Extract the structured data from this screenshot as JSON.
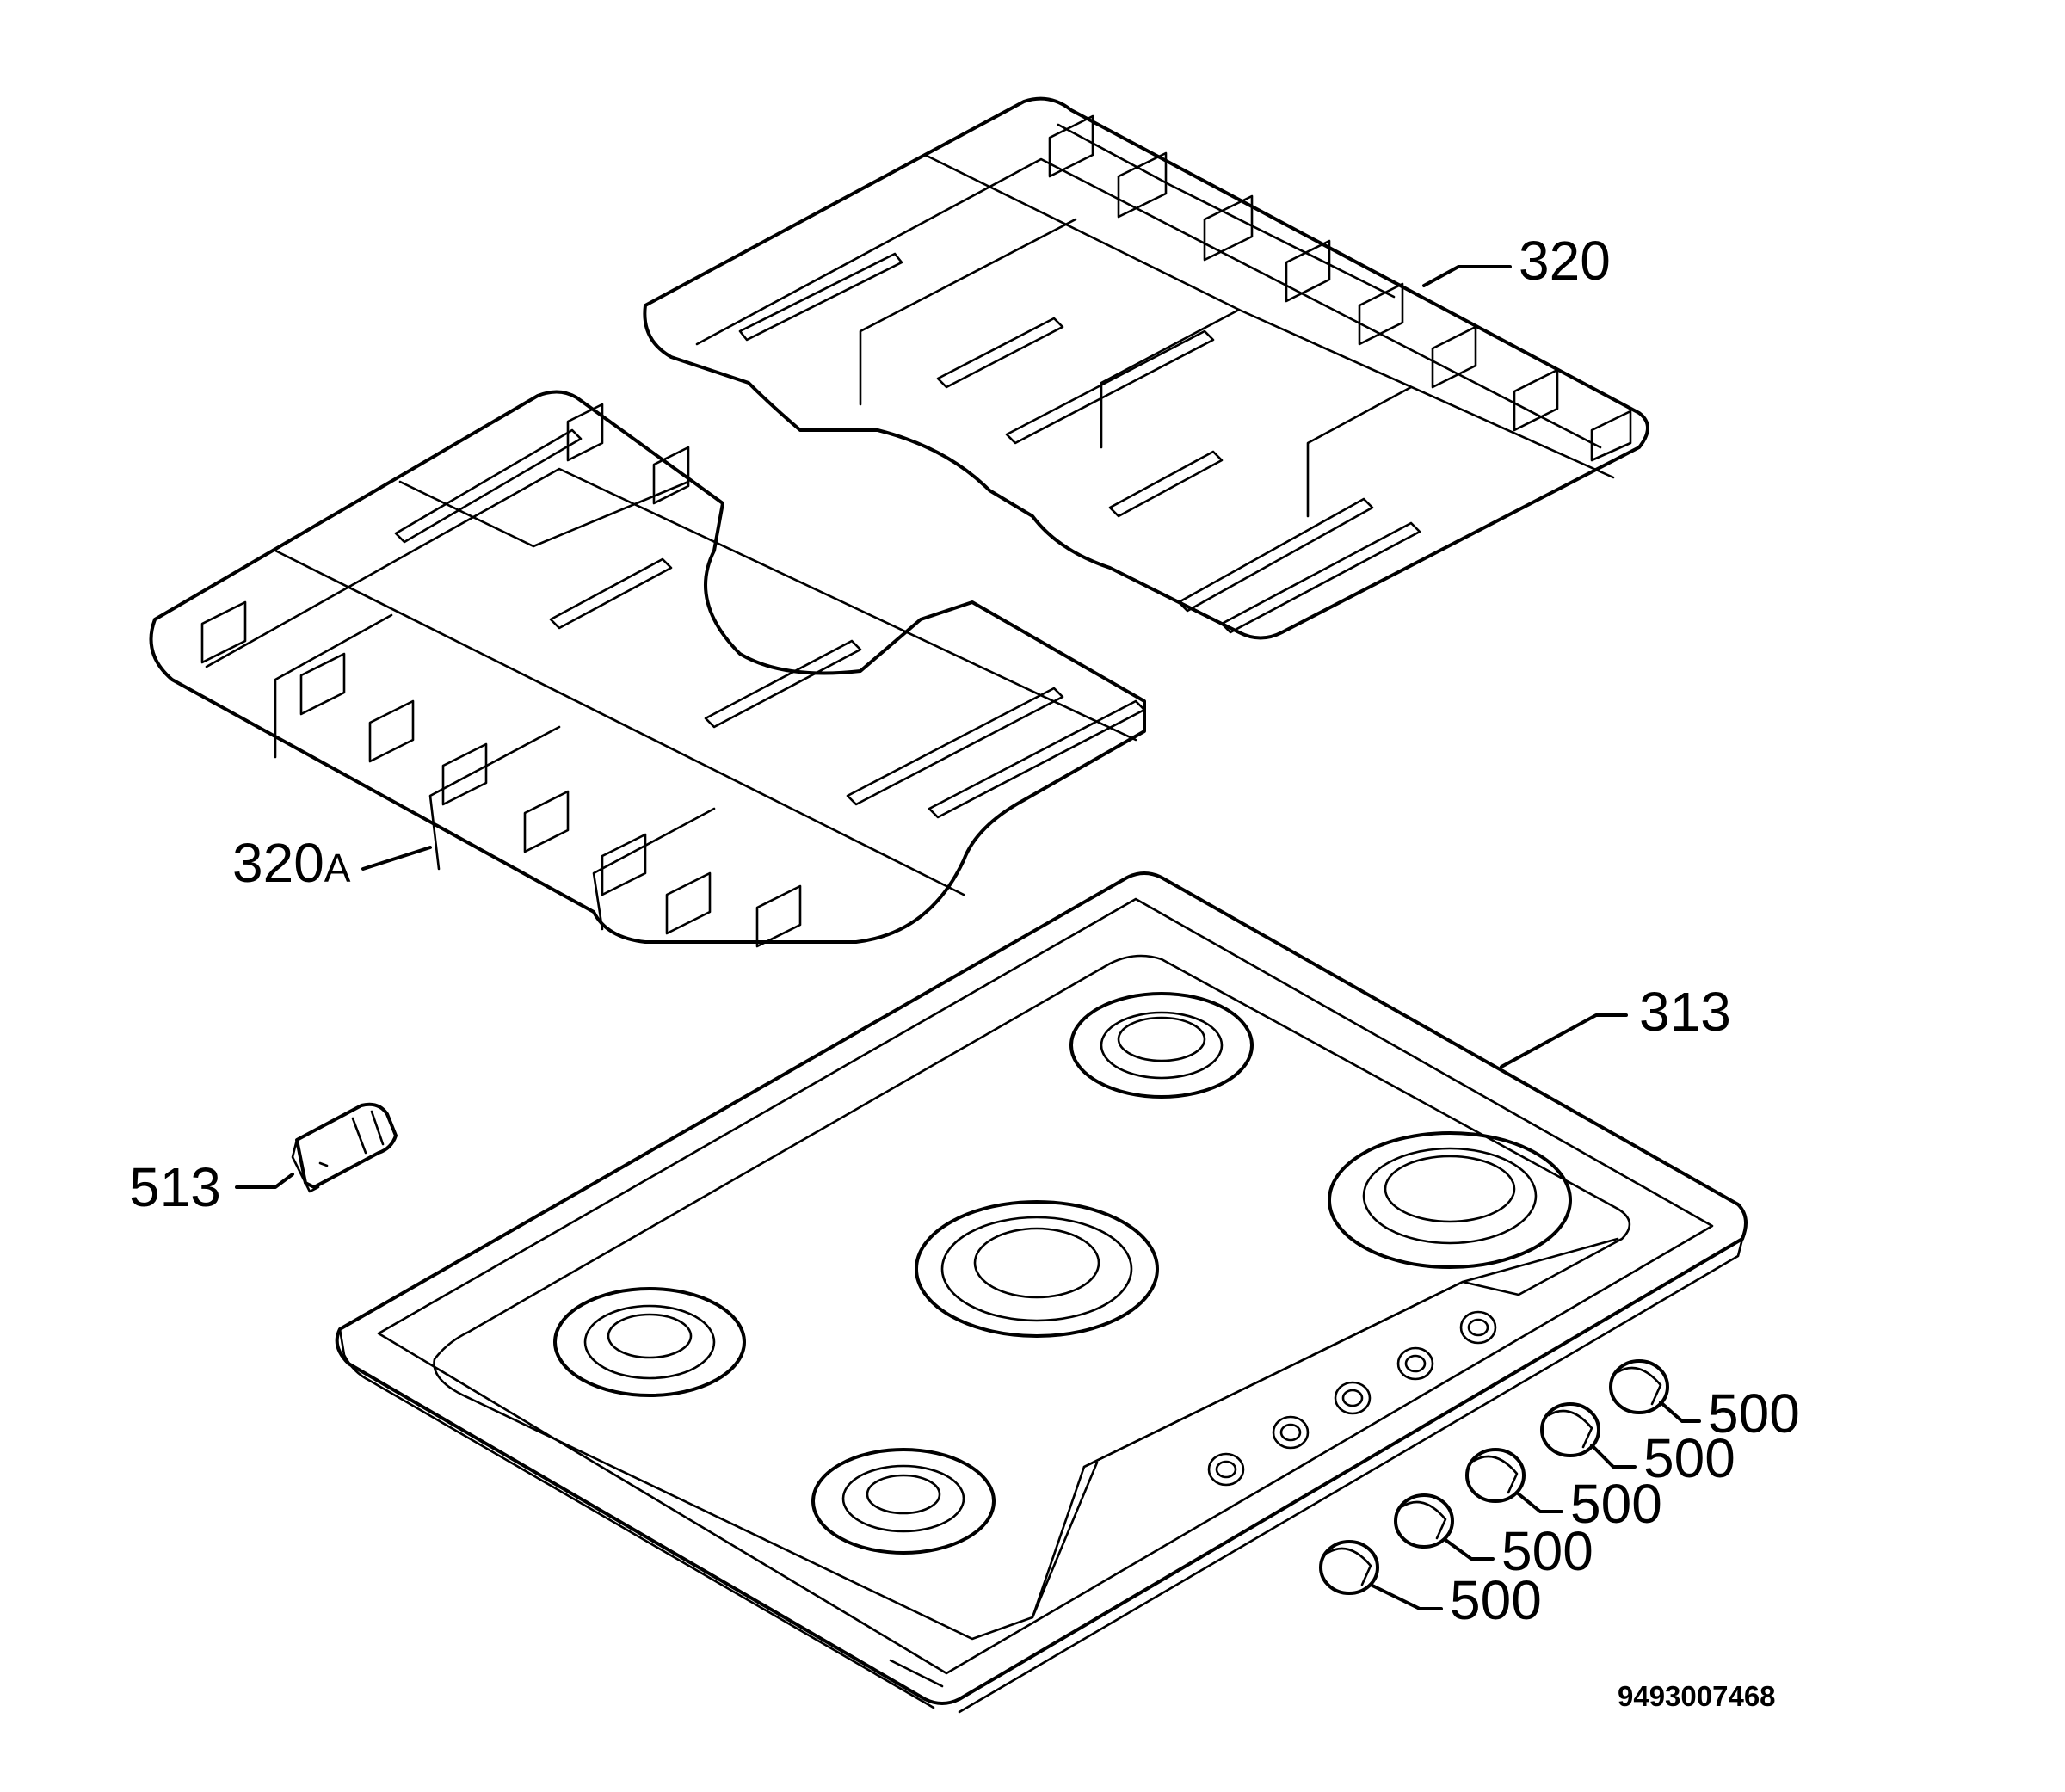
{
  "labels": {
    "grid_rear": "320",
    "grid_front_main": "320",
    "grid_front_suffix": "A",
    "hob_top": "313",
    "clip": "513",
    "knob": "500"
  },
  "knob_labels": [
    "500",
    "500",
    "500",
    "500",
    "500"
  ],
  "drawing_code": "9493007468"
}
